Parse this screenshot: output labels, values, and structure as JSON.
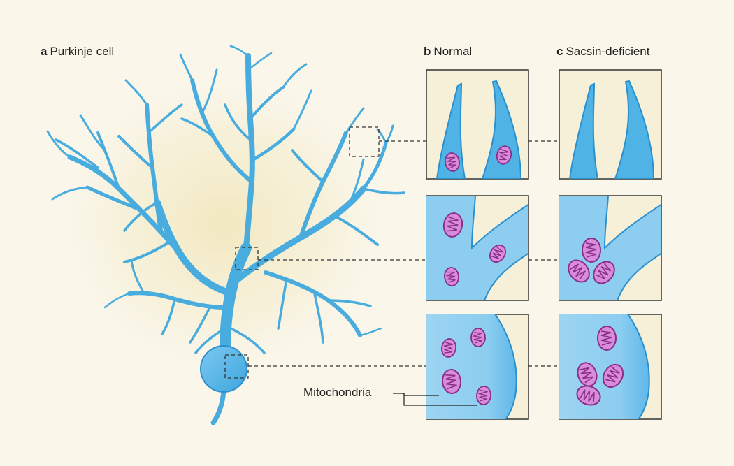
{
  "panels": {
    "a": {
      "letter": "a",
      "title": "Purkinje cell"
    },
    "b": {
      "letter": "b",
      "title": "Normal"
    },
    "c": {
      "letter": "c",
      "title": "Sacsin-deficient"
    }
  },
  "annotation": {
    "mitochondria": "Mitochondria"
  },
  "colors": {
    "background": "#faf6ea",
    "glow": "#f3ecc8",
    "neuron": "#4fb3e6",
    "neuron_edge": "#2a8fcd",
    "neuron_light": "#a9daf3",
    "box_bg": "#f6f0d8",
    "mitochondria_fill": "#d78ad6",
    "mitochondria_edge": "#8a2e8c",
    "dashed": "#333333"
  },
  "icons": {
    "dendrite-tips": "blue-dendrite-tips",
    "dendrite-branch": "blue-dendrite-branch",
    "soma": "blue-soma-membrane",
    "mitochondrion": "purple-oval-with-cristae",
    "fused-mitochondria": "purple-fused-mitochondria-cluster"
  }
}
